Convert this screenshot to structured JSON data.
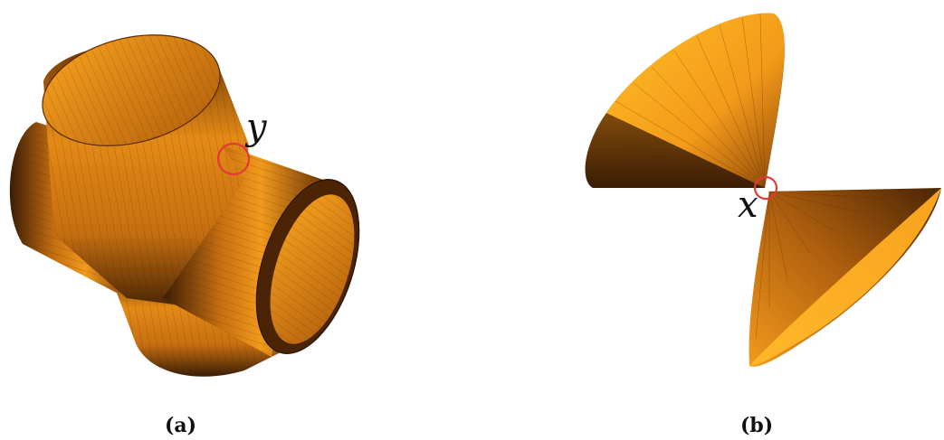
{
  "panels": [
    {
      "caption": "(a)",
      "point_label": "y"
    },
    {
      "caption": "(b)",
      "point_label": "x"
    }
  ],
  "colors": {
    "surface_light": "#ffb020",
    "surface_mid": "#e08a14",
    "surface_dark": "#3a1c04",
    "marker": "#e53935"
  }
}
